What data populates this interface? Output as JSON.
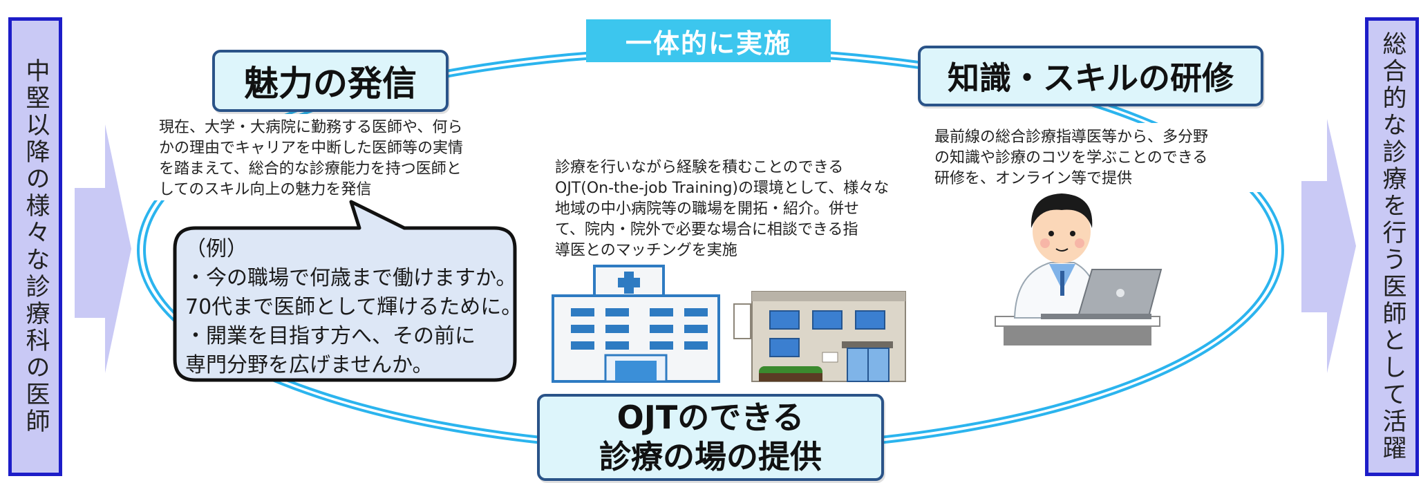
{
  "left_box": {
    "text": "中堅以降の様々な診療科の医師"
  },
  "right_box": {
    "text": "総合的な診療を行う医師として活躍"
  },
  "banner": {
    "text": "一体的に実施"
  },
  "sections": {
    "appeal": {
      "title": "魅力の発信",
      "lines": [
        "現在、大学・大病院に勤務する医師や、何ら",
        "かの理由でキャリアを中断した医師等の実情",
        "を踏まえて、総合的な診療能力を持つ医師と",
        "してのスキル向上の魅力を発信"
      ]
    },
    "training": {
      "title": "知識・スキルの研修",
      "lines": [
        "最前線の総合診療指導医等から、多分野",
        "の知識や診療のコツを学ぶことのできる",
        "研修を、オンライン等で提供"
      ]
    },
    "ojt": {
      "title_line1": "OJTのできる",
      "title_line2": "診療の場の提供",
      "lines": [
        "診療を行いながら経験を積むことのできる",
        "OJT(On-the-job Training)の環境として、様々な",
        "地域の中小病院等の職場を開拓・紹介。併せ",
        "て、院内・院外で必要な場合に相談できる指",
        "導医とのマッチングを実施"
      ]
    }
  },
  "bubble": {
    "lines": [
      "（例）",
      "・今の職場で何歳まで働けますか。",
      "70代まで医師として輝けるために。",
      "・開業を目指す方へ、その前に",
      "専門分野を広げませんか。"
    ]
  },
  "colors": {
    "side_fill": "#c9c9f5",
    "side_border": "#1d1dc8",
    "ellipse": "#2bb4ee",
    "banner": "#3cc6ee",
    "title_fill": "#ddf5fb",
    "title_border": "#2a5388",
    "arrow": "#c9c9f5",
    "bubble_fill": "#dde7f6"
  },
  "icons": [
    "arrow-right",
    "hospital-illustration",
    "clinic-illustration",
    "doctor-laptop-illustration"
  ]
}
